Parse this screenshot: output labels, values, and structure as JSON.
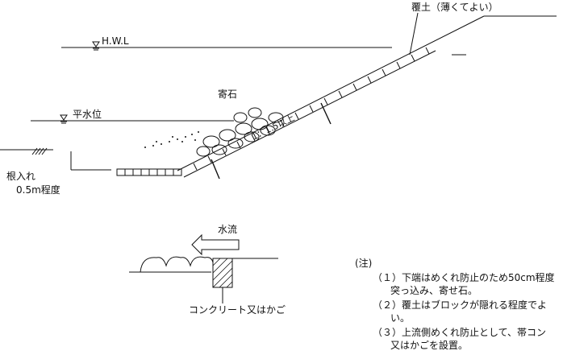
{
  "labels": {
    "cover_soil": "覆土（薄くてよい）",
    "hwl": "H.W.L",
    "yoseishi": "寄石",
    "normal_water_level": "平水位",
    "slope_ratio": "1：1.5以上",
    "embedment_line1": "根入れ",
    "embedment_line2": "0.5m程度",
    "water_flow": "水流",
    "concrete_or_basket": "コンクリート又はかご"
  },
  "notes": {
    "header": "(注)",
    "lines": [
      "（１）下端はめくれ防止のため50cm程度",
      "突っ込み、寄せ石。",
      "（２）覆土はブロックが隠れる程度でよ",
      "い。",
      "（３）上流側めくれ防止として、帯コン",
      "又はかごを設置。"
    ]
  },
  "colors": {
    "line": "#111111",
    "background": "#ffffff"
  },
  "icons": {
    "water_level_marker": "water-level-triangle-icon",
    "flow_arrow": "left-arrow-icon"
  }
}
